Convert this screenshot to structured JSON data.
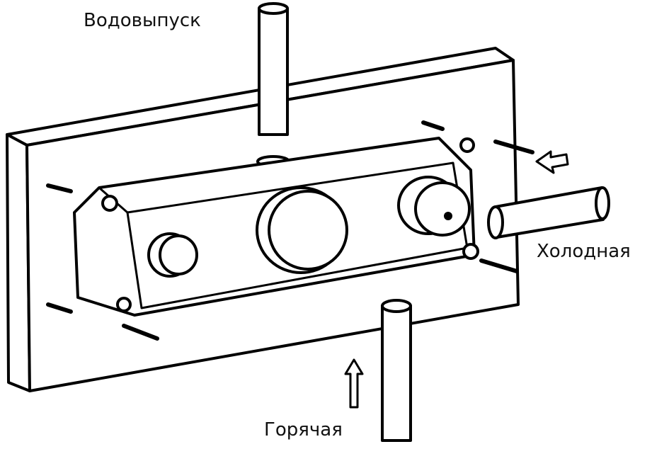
{
  "labels": {
    "outlet": "Водовыпуск",
    "cold": "Холодная",
    "hot": "Горячая"
  },
  "colors": {
    "line": "#000000",
    "background": "#ffffff"
  }
}
